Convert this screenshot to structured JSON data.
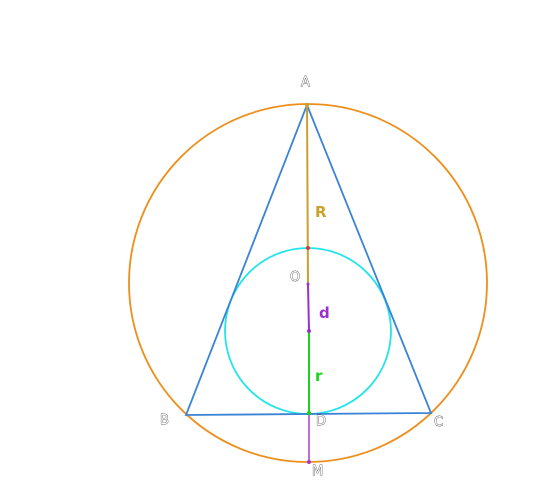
{
  "points": {
    "A": "A",
    "B": "B",
    "C": "C",
    "O": "O",
    "D": "D",
    "M": "M"
  },
  "segments": {
    "R": "R",
    "d": "d",
    "r": "r"
  },
  "colors": {
    "circumcircle": "#ec8f1b",
    "incircle": "#22e4ea",
    "triangle": "#3a83d6",
    "segment_R": "#c9a12d",
    "segment_d": "#9b30cf",
    "segment_r": "#19d41a",
    "segment_DM": "#a23cc4"
  }
}
